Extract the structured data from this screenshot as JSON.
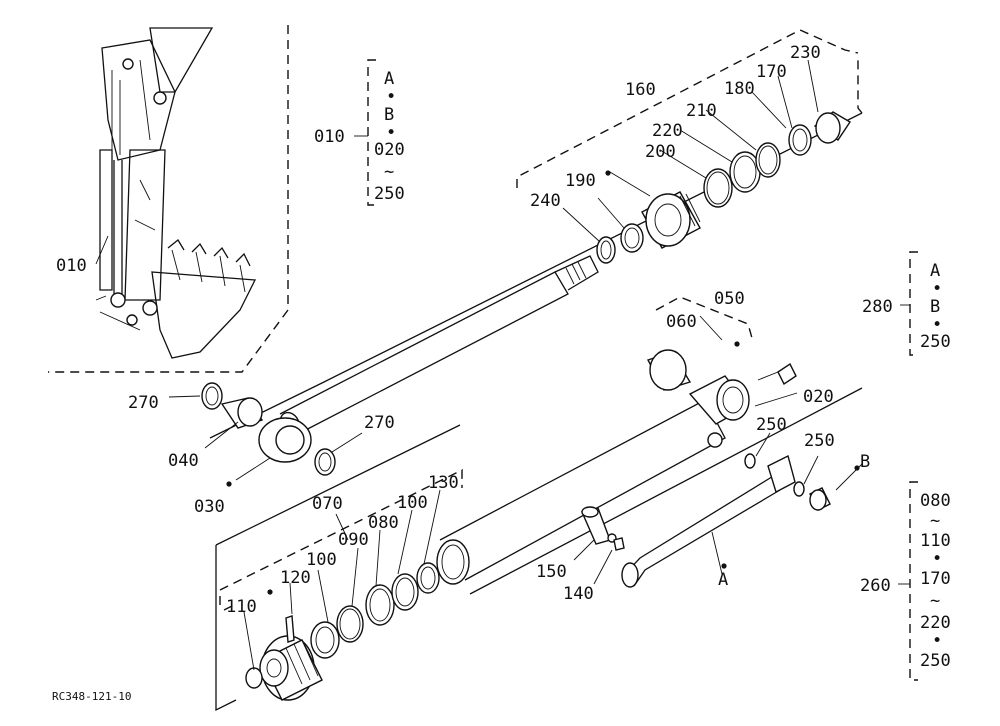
{
  "doc_code": "RC348-121-10",
  "parts": {
    "p010": "010",
    "p010b": "010",
    "p020": "020",
    "p030": "030",
    "p040": "040",
    "p050": "050",
    "p060": "060",
    "p070": "070",
    "p080": "080",
    "p090": "090",
    "p100a": "100",
    "p100b": "100",
    "p110": "110",
    "p120": "120",
    "p130": "130",
    "p140": "140",
    "p150": "150",
    "p160": "160",
    "p170": "170",
    "p180": "180",
    "p190": "190",
    "p200": "200",
    "p210": "210",
    "p220": "220",
    "p230": "230",
    "p240": "240",
    "p250a": "250",
    "p250b": "250",
    "p260": "260",
    "p270a": "270",
    "p270b": "270",
    "p280": "280"
  },
  "markers": {
    "a": "A",
    "b": "B"
  },
  "groups": {
    "g010": [
      "A",
      "•",
      "B",
      "•",
      "020",
      "~",
      "250"
    ],
    "g280": [
      "A",
      "•",
      "B",
      "•",
      "250"
    ],
    "g260": [
      "080",
      "~",
      "110",
      "•",
      "170",
      "~",
      "220",
      "•",
      "250"
    ]
  }
}
